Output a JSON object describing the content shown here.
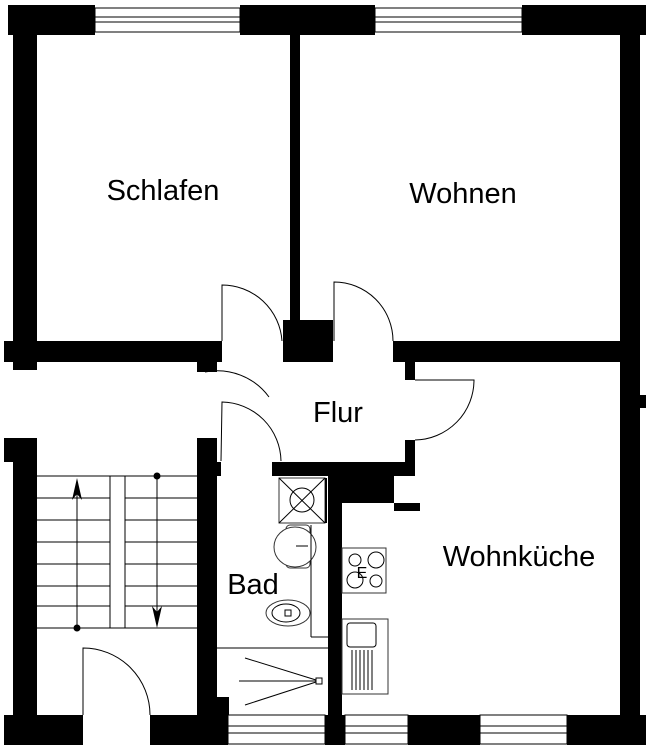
{
  "rooms": {
    "schlafen": "Schlafen",
    "wohnen": "Wohnen",
    "flur": "Flur",
    "bad": "Bad",
    "wohnkueche": "Wohnküche"
  },
  "fixtures": {
    "stove_label": "E"
  },
  "colors": {
    "wall": "#000000",
    "background": "#ffffff"
  }
}
